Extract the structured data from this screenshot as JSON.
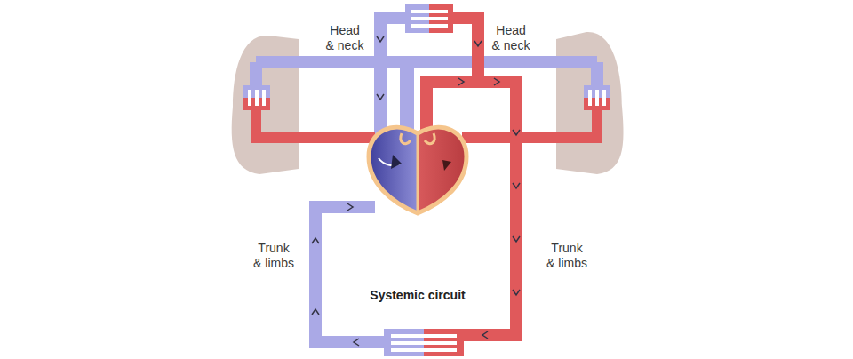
{
  "diagram": {
    "labels": [
      "Head & neck",
      "Head & neck",
      "Trunk & limbs",
      "Trunk & limbs",
      "Systemic circuit"
    ]
  }
}
